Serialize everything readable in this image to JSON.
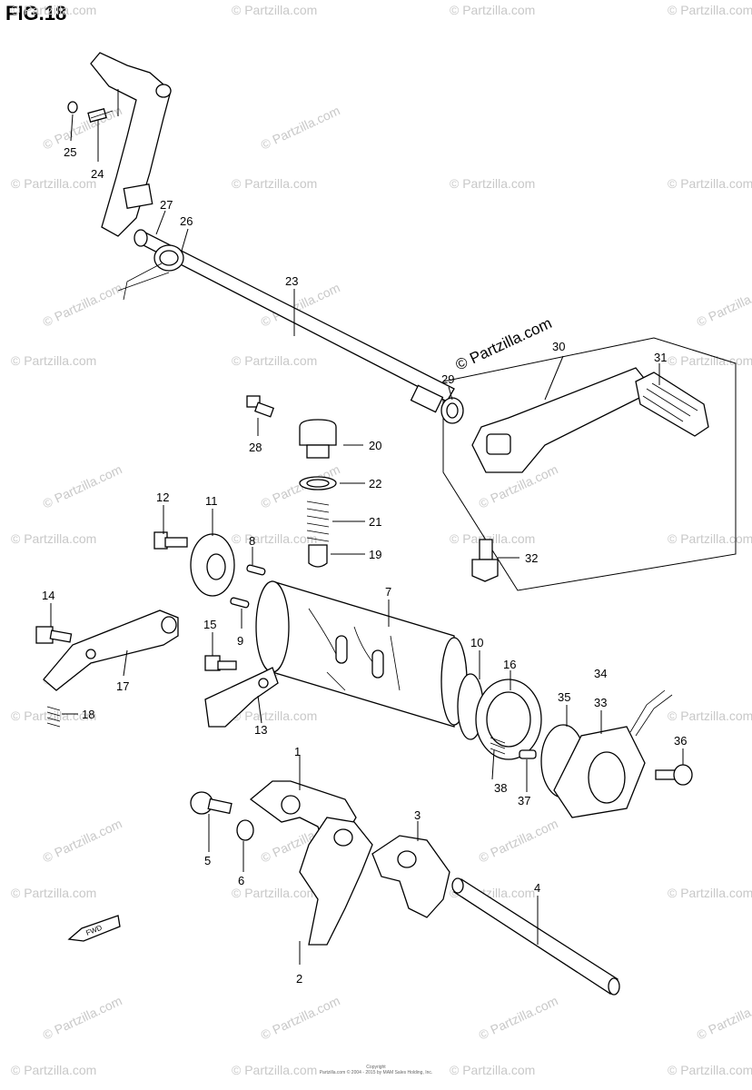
{
  "figure": {
    "title": "FIG.18",
    "copyright_line1": "Copyright",
    "copyright_line2": "Partzilla.com © 2004 - 2015 by MAM Sales Holding, Inc."
  },
  "watermark": {
    "text": "© Partzilla.com",
    "prominent_text": "© Partzilla.com"
  },
  "callouts": {
    "c1": "1",
    "c2": "2",
    "c3": "3",
    "c4": "4",
    "c5": "5",
    "c6": "6",
    "c7": "7",
    "c8": "8",
    "c9": "9",
    "c10": "10",
    "c11": "11",
    "c12": "12",
    "c13": "13",
    "c14": "14",
    "c15": "15",
    "c16": "16",
    "c17": "17",
    "c18": "18",
    "c19": "19",
    "c20": "20",
    "c21": "21",
    "c22": "22",
    "c23": "23",
    "c24": "24",
    "c25": "25",
    "c26": "26",
    "c27": "27",
    "c28": "28",
    "c29": "29",
    "c30": "30",
    "c31": "31",
    "c32": "32",
    "c33": "33",
    "c34": "34",
    "c35": "35",
    "c36": "36",
    "c37": "37",
    "c38": "38"
  },
  "fwd_label": "FWD"
}
